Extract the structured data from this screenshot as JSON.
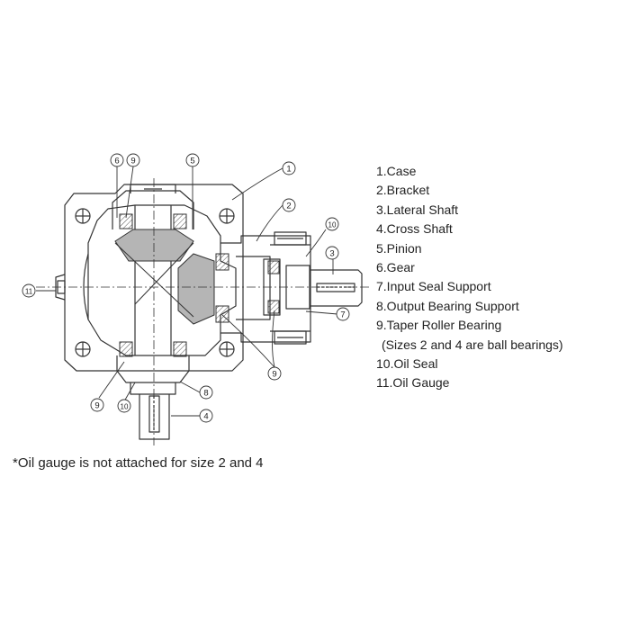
{
  "callouts": [
    "1",
    "2",
    "3",
    "4",
    "5",
    "6",
    "7",
    "8",
    "9",
    "10",
    "11"
  ],
  "parts": [
    {
      "name": "1.Case"
    },
    {
      "name": "2.Bracket"
    },
    {
      "name": "3.Lateral Shaft"
    },
    {
      "name": "4.Cross Shaft"
    },
    {
      "name": "5.Pinion"
    },
    {
      "name": "6.Gear"
    },
    {
      "name": "7.Input Seal Support"
    },
    {
      "name": "8.Output Bearing Support"
    },
    {
      "name": "9.Taper Roller Bearing"
    },
    {
      "name": "(Sizes 2 and 4 are ball bearings)"
    },
    {
      "name": "10.Oil Seal"
    },
    {
      "name": "11.Oil Gauge"
    }
  ],
  "footnote": "*Oil gauge is not attached for size 2 and 4",
  "colors": {
    "line": "#333333",
    "shade": "#b5b5b5",
    "background": "#ffffff"
  }
}
